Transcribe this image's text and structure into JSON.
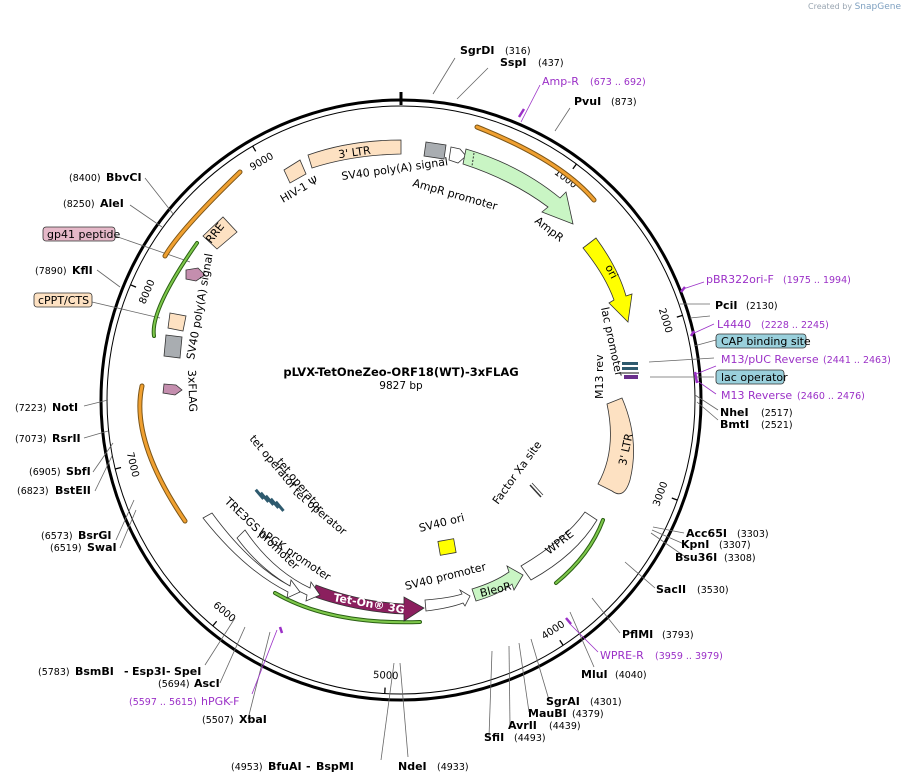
{
  "watermark": {
    "prefix": "Created by",
    "brand": "SnapGene"
  },
  "plasmid": {
    "name": "pLVX-TetOneZeo-ORF18(WT)-3xFLAG",
    "size_label": "9827 bp",
    "length": 9827
  },
  "ruler_ticks": [
    "1000",
    "2000",
    "3000",
    "4000",
    "5000",
    "6000",
    "7000",
    "8000",
    "9000"
  ],
  "enzymes": [
    {
      "name": "SgrDI",
      "pos": "(316)"
    },
    {
      "name": "SspI",
      "pos": "(437)"
    },
    {
      "name": "PvuI",
      "pos": "(873)"
    },
    {
      "name": "PciI",
      "pos": "(2130)"
    },
    {
      "name": "NheI",
      "pos": "(2517)"
    },
    {
      "name": "BmtI",
      "pos": "(2521)"
    },
    {
      "name": "Acc65I",
      "pos": "(3303)"
    },
    {
      "name": "KpnI",
      "pos": "(3307)"
    },
    {
      "name": "Bsu36I",
      "pos": "(3308)"
    },
    {
      "name": "SacII",
      "pos": "(3530)"
    },
    {
      "name": "PflMI",
      "pos": "(3793)"
    },
    {
      "name": "MluI",
      "pos": "(4040)"
    },
    {
      "name": "SgrAI",
      "pos": "(4301)"
    },
    {
      "name": "MauBI",
      "pos": "(4379)"
    },
    {
      "name": "AvrII",
      "pos": "(4439)"
    },
    {
      "name": "SfiI",
      "pos": "(4493)"
    },
    {
      "name": "NdeI",
      "pos": "(4933)"
    },
    {
      "name": "BfuAI",
      "pos": "(4953)"
    },
    {
      "name": "BspMI",
      "pos": ""
    },
    {
      "name": "XbaI",
      "pos": "(5507)"
    },
    {
      "name": "AscI",
      "pos": "(5694)"
    },
    {
      "name": "BsmBI",
      "pos": "(5783)"
    },
    {
      "name": "Esp3I",
      "pos": ""
    },
    {
      "name": "SpeI",
      "pos": ""
    },
    {
      "name": "SwaI",
      "pos": "(6519)"
    },
    {
      "name": "BsrGI",
      "pos": "(6573)"
    },
    {
      "name": "BstEII",
      "pos": "(6823)"
    },
    {
      "name": "SbfI",
      "pos": "(6905)"
    },
    {
      "name": "RsrII",
      "pos": "(7073)"
    },
    {
      "name": "NotI",
      "pos": "(7223)"
    },
    {
      "name": "KflI",
      "pos": "(7890)"
    },
    {
      "name": "AleI",
      "pos": "(8250)"
    },
    {
      "name": "BbvCI",
      "pos": "(8400)"
    }
  ],
  "primers": [
    {
      "name": "Amp-R",
      "range": "(673 .. 692)"
    },
    {
      "name": "pBR322ori-F",
      "range": "(1975 .. 1994)"
    },
    {
      "name": "L4440",
      "range": "(2228 .. 2245)"
    },
    {
      "name": "M13/pUC Reverse",
      "range": "(2441 .. 2463)"
    },
    {
      "name": "M13 Reverse",
      "range": "(2460 .. 2476)"
    },
    {
      "name": "WPRE-R",
      "range": "(3959 .. 3979)"
    },
    {
      "name": "hPGK-F",
      "range": "(5597 .. 5615)"
    }
  ],
  "boxed_features": [
    "CAP binding site",
    "lac operator",
    "gp41 peptide",
    "cPPT/CTS"
  ],
  "features": {
    "three_ltr_top": "3' LTR",
    "hiv1_psi": "HIV-1 Ψ",
    "sv40_polya_top": "SV40 poly(A) signal",
    "ampr_promoter": "AmpR promoter",
    "ampr": "AmpR",
    "ori": "ori",
    "lac_promoter": "lac promoter",
    "m13_rev": "M13 rev",
    "three_ltr_right": "3' LTR",
    "factor_xa": "Factor Xa site",
    "wpre": "WPRE",
    "sv40_ori": "SV40 ori",
    "bleor": "BleoR",
    "sv40_promoter": "SV40 promoter",
    "tet_on": "Tet-On® 3G",
    "hpgk_promoter": "hPGK promoter",
    "tre3gs_promoter": "TRE3GS promoter",
    "tet_operator_1": "tet operator",
    "tet_operator_2": "tet operator",
    "tet_operator_3": "tet operator",
    "threexflag": "3xFLAG",
    "sv40_polya_left": "SV40 poly(A) signal",
    "rre": "RRE"
  },
  "colors": {
    "ltr": "#fde1c2",
    "ampr": "#c9f5c4",
    "ori": "#ffff00",
    "tet_on": "#8b1f5e",
    "bleor": "#c9f5c4",
    "polya": "#a9adb1",
    "rre": "#fde1c2",
    "primer": "#9b30c7",
    "cap_box": "#9ad0dc",
    "peptide_box": "#e5b8c8",
    "cpt_box": "#fde1c2",
    "orange_arc": "#f0a030",
    "green_arc": "#4ba82a"
  }
}
